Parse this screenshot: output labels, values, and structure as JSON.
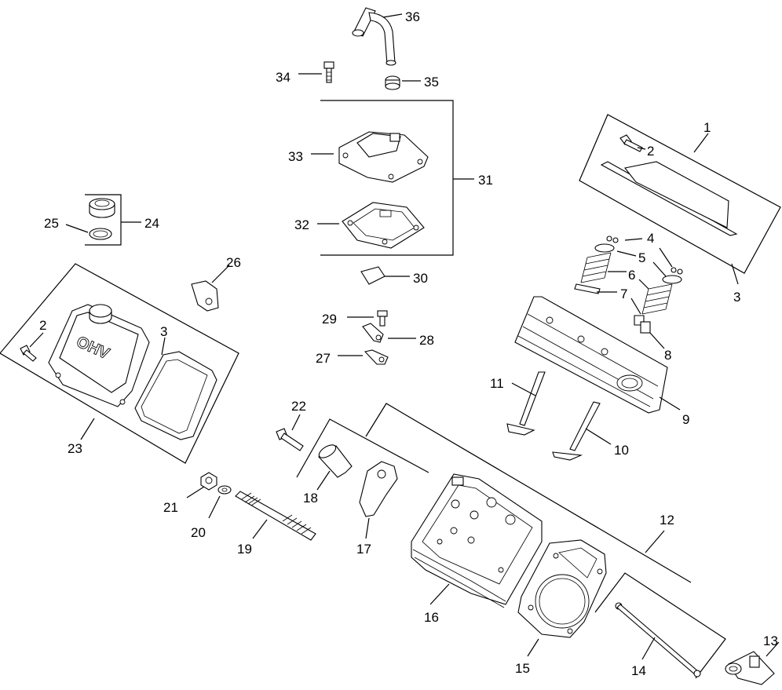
{
  "labels": {
    "l1": "1",
    "l2a": "2",
    "l2b": "2",
    "l3a": "3",
    "l3b": "3",
    "l4": "4",
    "l5": "5",
    "l6": "6",
    "l7": "7",
    "l8": "8",
    "l9": "9",
    "l10": "10",
    "l11": "11",
    "l12": "12",
    "l13": "13",
    "l14": "14",
    "l15": "15",
    "l16": "16",
    "l17": "17",
    "l18": "18",
    "l19": "19",
    "l20": "20",
    "l21": "21",
    "l22": "22",
    "l23": "23",
    "l24": "24",
    "l25": "25",
    "l26": "26",
    "l27": "27",
    "l28": "28",
    "l29": "29",
    "l30": "30",
    "l31": "31",
    "l32": "32",
    "l33": "33",
    "l34": "34",
    "l35": "35",
    "l36": "36"
  },
  "cover_emboss": "OHV"
}
